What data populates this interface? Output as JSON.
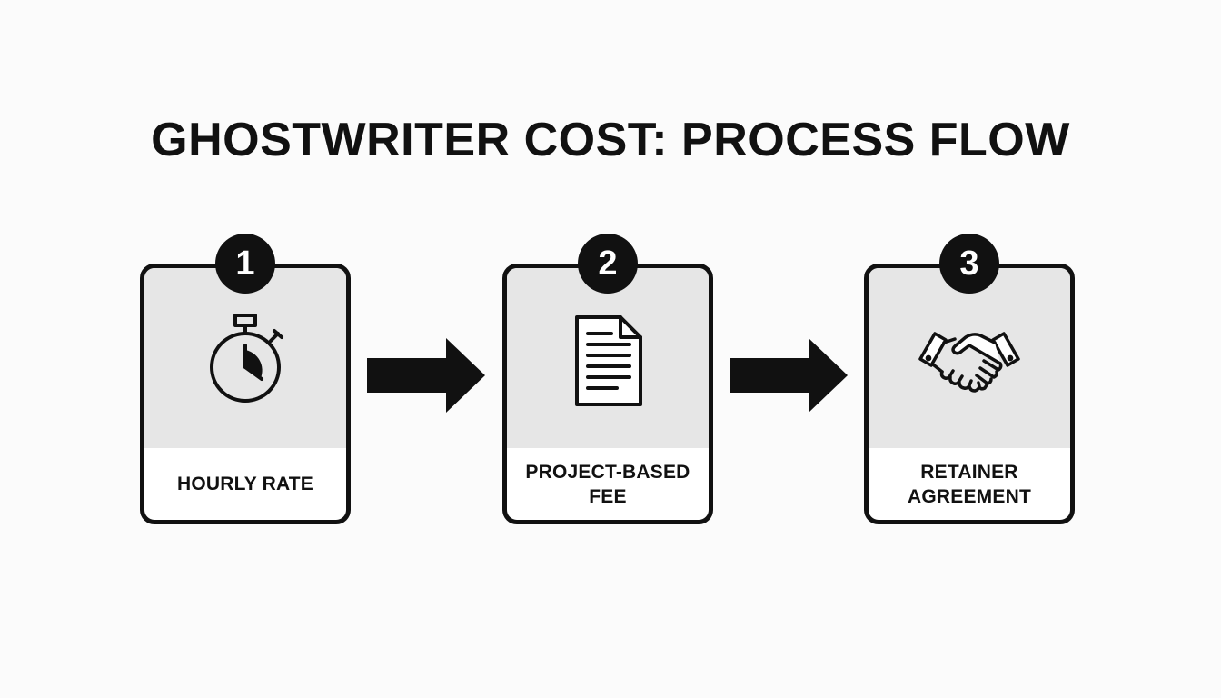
{
  "title": "GHOSTWRITER COST: PROCESS FLOW",
  "steps": [
    {
      "number": "1",
      "label": "HOURLY RATE",
      "icon": "stopwatch-icon"
    },
    {
      "number": "2",
      "label": "PROJECT-BASED\nFEE",
      "icon": "document-icon"
    },
    {
      "number": "3",
      "label": "RETAINER\nAGREEMENT",
      "icon": "handshake-icon"
    }
  ],
  "colors": {
    "background": "#fbfbfb",
    "ink": "#111111",
    "card_top": "#e6e6e6",
    "card_bottom": "#ffffff"
  }
}
